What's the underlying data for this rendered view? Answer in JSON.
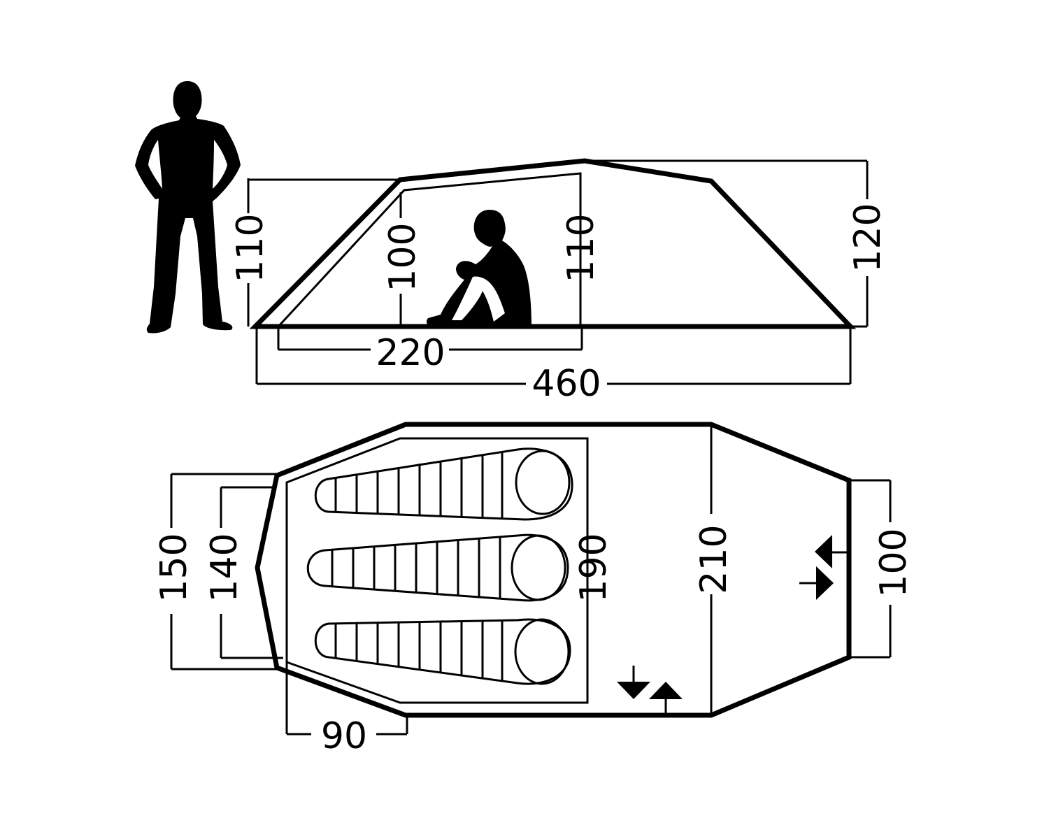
{
  "side_view": {
    "left_height": "110",
    "inner_height": "100",
    "mid_height": "110",
    "right_height": "120",
    "inner_length": "220",
    "total_length": "460"
  },
  "floor_plan": {
    "outer_width_left": "150",
    "inner_width_left": "140",
    "inner_length": "190",
    "vestibule_width": "210",
    "rear_width": "100",
    "front_depth": "90"
  },
  "icons": {
    "standing_person": "standing-person-icon",
    "sitting_person": "sitting-person-icon",
    "entrance_arrows": "entrance-arrow-icon",
    "sleeping_bags": "sleeping-bag-icon"
  },
  "colors": {
    "line": "#000000",
    "background": "#ffffff"
  }
}
